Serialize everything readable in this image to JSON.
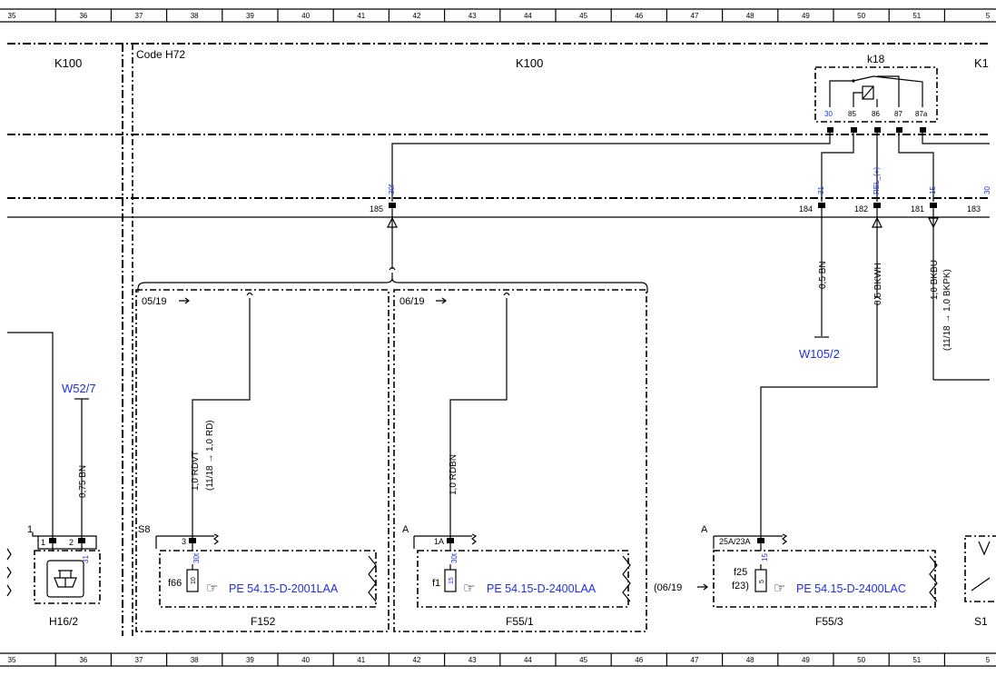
{
  "columns": [
    "35",
    "36",
    "37",
    "38",
    "39",
    "40",
    "41",
    "42",
    "43",
    "44",
    "45",
    "46",
    "47",
    "48",
    "49",
    "50",
    "51",
    "5"
  ],
  "regions": {
    "k100_left": "K100",
    "code_label": "Code H72",
    "k100_main": "K100",
    "k1_right": "K1"
  },
  "relay": {
    "name": "k18",
    "pins": [
      "30",
      "85",
      "86",
      "87",
      "87a"
    ]
  },
  "connector": {
    "terminal_30f": "30f",
    "terminal_31": "31",
    "terminal_rel": "REL_(+)",
    "terminal_15": "15",
    "terminal_edge": "30",
    "pin_185": "185",
    "pin_184": "184",
    "pin_182": "182",
    "pin_181": "181",
    "pin_183": "183"
  },
  "wires": {
    "bn_05": "0,5 BN",
    "bkwh_05": "0,5 BKWH",
    "bkbu_10": "1,0 BKBU",
    "bkpk_alt": "(11/18 → 1,0 BKPK)",
    "bn_075": "0,75 BN",
    "rdvt_10": "1,0 RDVT",
    "rd_alt": "(11/18 → 1,0 RD)",
    "rdbn_10": "1,0 RDBN"
  },
  "grounds": {
    "w105": "W105/2",
    "w52": "W52/7"
  },
  "dates": {
    "d0519": "05/19",
    "d0619": "06/19",
    "d0619b": "(06/19"
  },
  "modules": {
    "h16": {
      "name": "H16/2",
      "frame": "1",
      "pin1": "1",
      "pin2": "2",
      "term": "31"
    },
    "f152": {
      "name": "F152",
      "frame": "S8",
      "pin": "3",
      "term": "30t",
      "fuse": "f66",
      "fuse_val": "10",
      "ref": "PE 54.15-D-2001LAA"
    },
    "f55_1": {
      "name": "F55/1",
      "frame": "A",
      "pin": "1A",
      "term": "30t",
      "fuse": "f1",
      "fuse_val": "15",
      "ref": "PE 54.15-D-2400LAA"
    },
    "f55_3": {
      "name": "F55/3",
      "frame": "A",
      "pin": "25A/23A",
      "term": "15",
      "fuse_a": "f25",
      "fuse_b": "f23)",
      "fuse_val": "5",
      "ref": "PE 54.15-D-2400LAC"
    },
    "s1": {
      "name": "S1"
    }
  },
  "colors": {
    "ink": "#000000",
    "link": "#1f2fe0",
    "background": "#ffffff"
  }
}
